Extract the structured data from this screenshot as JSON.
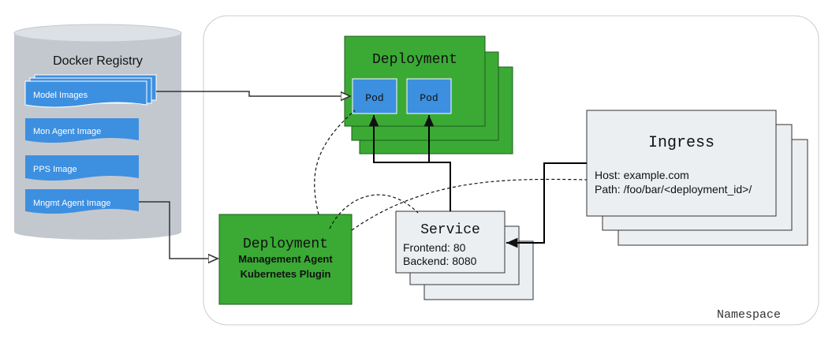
{
  "colors": {
    "deployment_green": "#3aaa35",
    "pod_blue": "#3d8fe0",
    "registry_gray": "#c3c8cf",
    "registry_top": "#dde1e6",
    "ingress_fill": "#eceff2",
    "namespace_border": "#cccccc",
    "line": "#333333"
  },
  "registry": {
    "title": "Docker Registry",
    "images": [
      "Model Images",
      "Mon Agent Image",
      "PPS Image",
      "Mngmt Agent Image"
    ]
  },
  "namespace": {
    "label": "Namespace"
  },
  "model_deployment": {
    "title": "Deployment",
    "pods": [
      "Pod",
      "Pod"
    ]
  },
  "agent_deployment": {
    "title": "Deployment",
    "line1": "Management Agent",
    "line2": "Kubernetes Plugin"
  },
  "service": {
    "title": "Service",
    "frontend": "Frontend: 80",
    "backend": "Backend: 8080"
  },
  "ingress": {
    "title": "Ingress",
    "host": "Host: example.com",
    "path": "Path: /foo/bar/<deployment_id>/"
  }
}
